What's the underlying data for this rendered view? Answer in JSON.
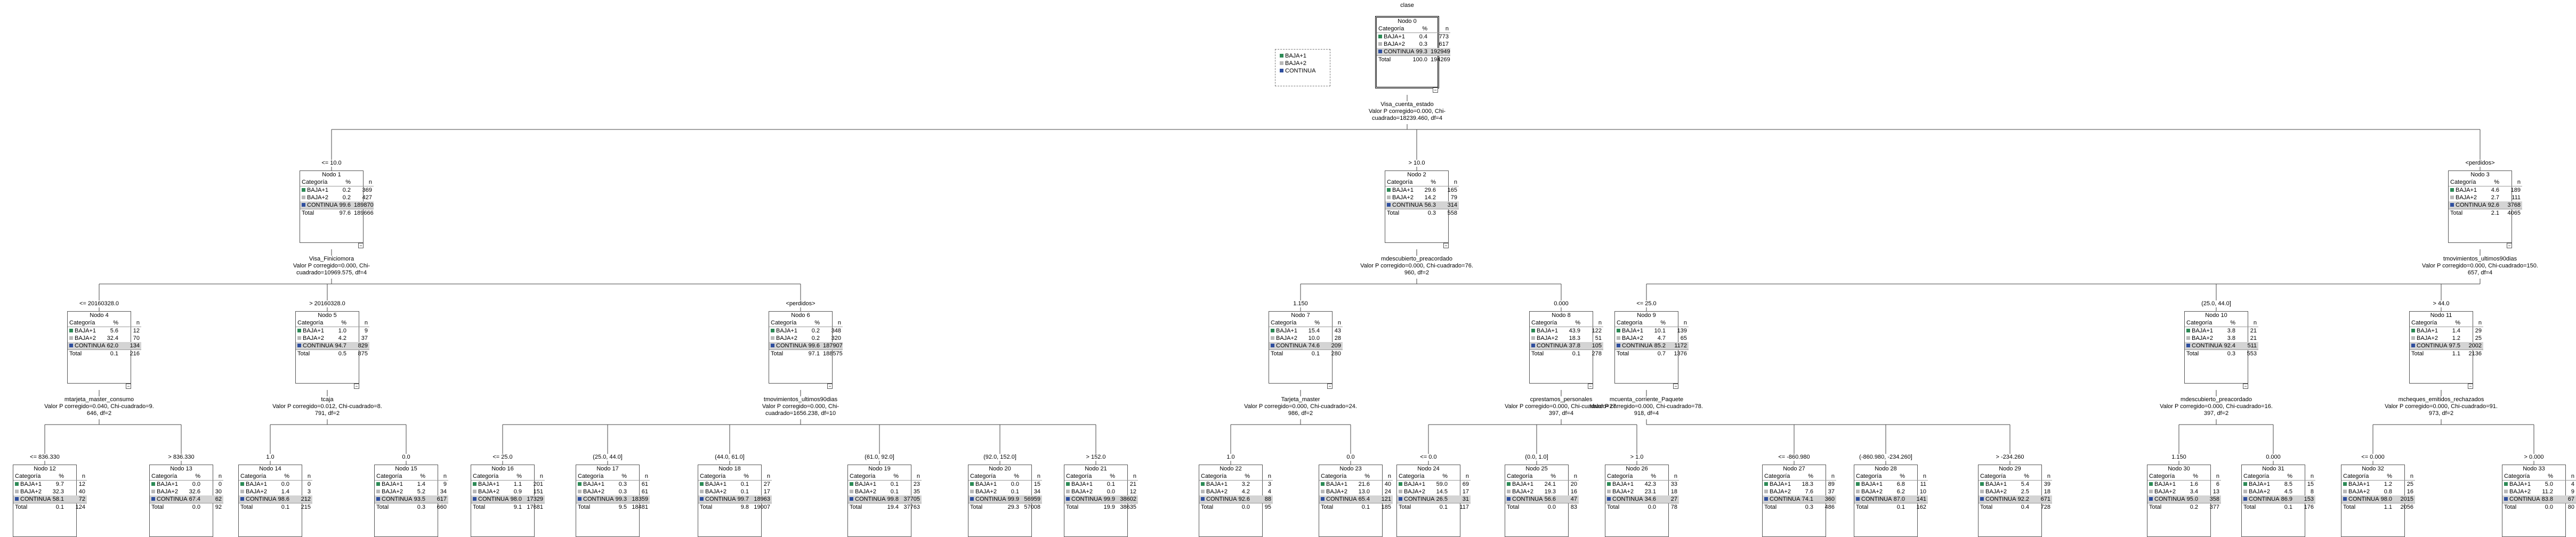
{
  "target": "clase",
  "legend": [
    {
      "label": "BAJA+1",
      "color": "#2e8b57"
    },
    {
      "label": "BAJA+2",
      "color": "#b8b8b8"
    },
    {
      "label": "CONTINUA",
      "color": "#2f4f9f"
    }
  ],
  "node_label_prefix": "Nodo",
  "table_header": {
    "cat": "Categoría",
    "pct": "%",
    "n": "n"
  },
  "total_label": "Total",
  "nodes": [
    {
      "id": "0",
      "rows": [
        [
          "0.4",
          "773"
        ],
        [
          "0.3",
          "617"
        ],
        [
          "99.3",
          "192949"
        ]
      ],
      "total": [
        "100.0",
        "194269"
      ]
    },
    {
      "id": "1",
      "rows": [
        [
          "0.2",
          "369"
        ],
        [
          "0.2",
          "427"
        ],
        [
          "99.6",
          "189870"
        ]
      ],
      "total": [
        "97.6",
        "189666"
      ]
    },
    {
      "id": "2",
      "rows": [
        [
          "29.6",
          "165"
        ],
        [
          "14.2",
          "79"
        ],
        [
          "56.3",
          "314"
        ]
      ],
      "total": [
        "0.3",
        "558"
      ]
    },
    {
      "id": "3",
      "rows": [
        [
          "4.6",
          "189"
        ],
        [
          "2.7",
          "111"
        ],
        [
          "92.6",
          "3768"
        ]
      ],
      "total": [
        "2.1",
        "4065"
      ]
    },
    {
      "id": "4",
      "rows": [
        [
          "5.6",
          "12"
        ],
        [
          "32.4",
          "70"
        ],
        [
          "62.0",
          "134"
        ]
      ],
      "total": [
        "0.1",
        "216"
      ]
    },
    {
      "id": "5",
      "rows": [
        [
          "1.0",
          "9"
        ],
        [
          "4.2",
          "37"
        ],
        [
          "94.7",
          "829"
        ]
      ],
      "total": [
        "0.5",
        "875"
      ]
    },
    {
      "id": "6",
      "rows": [
        [
          "0.2",
          "348"
        ],
        [
          "0.2",
          "320"
        ],
        [
          "99.6",
          "187907"
        ]
      ],
      "total": [
        "97.1",
        "188575"
      ]
    },
    {
      "id": "7",
      "rows": [
        [
          "15.4",
          "43"
        ],
        [
          "10.0",
          "28"
        ],
        [
          "74.6",
          "209"
        ]
      ],
      "total": [
        "0.1",
        "280"
      ]
    },
    {
      "id": "8",
      "rows": [
        [
          "43.9",
          "122"
        ],
        [
          "18.3",
          "51"
        ],
        [
          "37.8",
          "105"
        ]
      ],
      "total": [
        "0.1",
        "278"
      ]
    },
    {
      "id": "9",
      "rows": [
        [
          "10.1",
          "139"
        ],
        [
          "4.7",
          "65"
        ],
        [
          "85.2",
          "1172"
        ]
      ],
      "total": [
        "0.7",
        "1376"
      ]
    },
    {
      "id": "10",
      "rows": [
        [
          "3.8",
          "21"
        ],
        [
          "3.8",
          "21"
        ],
        [
          "92.4",
          "511"
        ]
      ],
      "total": [
        "0.3",
        "553"
      ]
    },
    {
      "id": "11",
      "rows": [
        [
          "1.4",
          "29"
        ],
        [
          "1.2",
          "25"
        ],
        [
          "97.5",
          "2002"
        ]
      ],
      "total": [
        "1.1",
        "2136"
      ]
    },
    {
      "id": "12",
      "rows": [
        [
          "9.7",
          "12"
        ],
        [
          "32.3",
          "40"
        ],
        [
          "58.1",
          "72"
        ]
      ],
      "total": [
        "0.1",
        "124"
      ]
    },
    {
      "id": "13",
      "rows": [
        [
          "0.0",
          "0"
        ],
        [
          "32.6",
          "30"
        ],
        [
          "67.4",
          "62"
        ]
      ],
      "total": [
        "0.0",
        "92"
      ]
    },
    {
      "id": "14",
      "rows": [
        [
          "0.0",
          "0"
        ],
        [
          "1.4",
          "3"
        ],
        [
          "98.6",
          "212"
        ]
      ],
      "total": [
        "0.1",
        "215"
      ]
    },
    {
      "id": "15",
      "rows": [
        [
          "1.4",
          "9"
        ],
        [
          "5.2",
          "34"
        ],
        [
          "93.5",
          "617"
        ]
      ],
      "total": [
        "0.3",
        "660"
      ]
    },
    {
      "id": "16",
      "rows": [
        [
          "1.1",
          "201"
        ],
        [
          "0.9",
          "151"
        ],
        [
          "98.0",
          "17329"
        ]
      ],
      "total": [
        "9.1",
        "17681"
      ]
    },
    {
      "id": "17",
      "rows": [
        [
          "0.3",
          "61"
        ],
        [
          "0.3",
          "61"
        ],
        [
          "99.3",
          "18359"
        ]
      ],
      "total": [
        "9.5",
        "18481"
      ]
    },
    {
      "id": "18",
      "rows": [
        [
          "0.1",
          "27"
        ],
        [
          "0.1",
          "17"
        ],
        [
          "99.7",
          "18963"
        ]
      ],
      "total": [
        "9.8",
        "19007"
      ]
    },
    {
      "id": "19",
      "rows": [
        [
          "0.1",
          "23"
        ],
        [
          "0.1",
          "35"
        ],
        [
          "99.8",
          "37705"
        ]
      ],
      "total": [
        "19.4",
        "37763"
      ]
    },
    {
      "id": "20",
      "rows": [
        [
          "0.0",
          "15"
        ],
        [
          "0.1",
          "34"
        ],
        [
          "99.9",
          "56959"
        ]
      ],
      "total": [
        "29.3",
        "57008"
      ]
    },
    {
      "id": "21",
      "rows": [
        [
          "0.1",
          "21"
        ],
        [
          "0.0",
          "12"
        ],
        [
          "99.9",
          "38602"
        ]
      ],
      "total": [
        "19.9",
        "38635"
      ]
    },
    {
      "id": "22",
      "rows": [
        [
          "3.2",
          "3"
        ],
        [
          "4.2",
          "4"
        ],
        [
          "92.6",
          "88"
        ]
      ],
      "total": [
        "0.0",
        "95"
      ]
    },
    {
      "id": "23",
      "rows": [
        [
          "21.6",
          "40"
        ],
        [
          "13.0",
          "24"
        ],
        [
          "65.4",
          "121"
        ]
      ],
      "total": [
        "0.1",
        "185"
      ]
    },
    {
      "id": "24",
      "rows": [
        [
          "59.0",
          "69"
        ],
        [
          "14.5",
          "17"
        ],
        [
          "26.5",
          "31"
        ]
      ],
      "total": [
        "0.1",
        "117"
      ]
    },
    {
      "id": "25",
      "rows": [
        [
          "24.1",
          "20"
        ],
        [
          "19.3",
          "16"
        ],
        [
          "56.6",
          "47"
        ]
      ],
      "total": [
        "0.0",
        "83"
      ]
    },
    {
      "id": "26",
      "rows": [
        [
          "42.3",
          "33"
        ],
        [
          "23.1",
          "18"
        ],
        [
          "34.6",
          "27"
        ]
      ],
      "total": [
        "0.0",
        "78"
      ]
    },
    {
      "id": "27",
      "rows": [
        [
          "18.3",
          "89"
        ],
        [
          "7.6",
          "37"
        ],
        [
          "74.1",
          "360"
        ]
      ],
      "total": [
        "0.3",
        "486"
      ]
    },
    {
      "id": "28",
      "rows": [
        [
          "6.8",
          "11"
        ],
        [
          "6.2",
          "10"
        ],
        [
          "87.0",
          "141"
        ]
      ],
      "total": [
        "0.1",
        "162"
      ]
    },
    {
      "id": "29",
      "rows": [
        [
          "5.4",
          "39"
        ],
        [
          "2.5",
          "18"
        ],
        [
          "92.2",
          "671"
        ]
      ],
      "total": [
        "0.4",
        "728"
      ]
    },
    {
      "id": "30",
      "rows": [
        [
          "1.6",
          "6"
        ],
        [
          "3.4",
          "13"
        ],
        [
          "95.0",
          "358"
        ]
      ],
      "total": [
        "0.2",
        "377"
      ]
    },
    {
      "id": "31",
      "rows": [
        [
          "8.5",
          "15"
        ],
        [
          "4.5",
          "8"
        ],
        [
          "86.9",
          "153"
        ]
      ],
      "total": [
        "0.1",
        "176"
      ]
    },
    {
      "id": "32",
      "rows": [
        [
          "1.2",
          "25"
        ],
        [
          "0.8",
          "16"
        ],
        [
          "98.0",
          "2015"
        ]
      ],
      "total": [
        "1.1",
        "2056"
      ]
    },
    {
      "id": "33",
      "rows": [
        [
          "5.0",
          "4"
        ],
        [
          "11.2",
          "9"
        ],
        [
          "83.8",
          "67"
        ]
      ],
      "total": [
        "0.0",
        "80"
      ]
    }
  ],
  "splits": [
    {
      "node": "0",
      "text": "Visa_cuenta_estado\nValor P corregido=0.000, Chi-\ncuadrado=18239.460, df=4"
    },
    {
      "node": "1",
      "text": "Visa_Finiciomora\nValor P corregido=0.000, Chi-\ncuadrado=10969.575, df=4"
    },
    {
      "node": "2",
      "text": "mdescubierto_preacordado\nValor P corregido=0.000, Chi-cuadrado=76.\n960, df=2"
    },
    {
      "node": "3",
      "text": "tmovimientos_ultimos90dias\nValor P corregido=0.000, Chi-cuadrado=150.\n657, df=4"
    },
    {
      "node": "4",
      "text": "mtarjeta_master_consumo\nValor P corregido=0.040, Chi-cuadrado=9.\n646, df=2"
    },
    {
      "node": "5",
      "text": "tcaja\nValor P corregido=0.012, Chi-cuadrado=8.\n791, df=2"
    },
    {
      "node": "6",
      "text": "tmovimientos_ultimos90dias\nValor P corregido=0.000, Chi-\ncuadrado=1656.238, df=10"
    },
    {
      "node": "7",
      "text": "Tarjeta_master\nValor P corregido=0.000, Chi-cuadrado=24.\n986, df=2"
    },
    {
      "node": "8",
      "text": "cprestamos_personales\nValor P corregido=0.000, Chi-cuadrado=27.\n397, df=4"
    },
    {
      "node": "9",
      "text": "mcuenta_corriente_Paquete\nValor P corregido=0.000, Chi-cuadrado=78.\n918, df=4"
    },
    {
      "node": "10",
      "text": "mdescubierto_preacordado\nValor P corregido=0.000, Chi-cuadrado=16.\n397, df=2"
    },
    {
      "node": "11",
      "text": "mcheques_emitidos_rechazados\nValor P corregido=0.000, Chi-cuadrado=91.\n973, df=2"
    }
  ],
  "edges": [
    {
      "from": "0",
      "to": "1",
      "label": "<= 10.0"
    },
    {
      "from": "0",
      "to": "2",
      "label": "> 10.0"
    },
    {
      "from": "0",
      "to": "3",
      "label": "<perdidos>"
    },
    {
      "from": "1",
      "to": "4",
      "label": "<= 20160328.0"
    },
    {
      "from": "1",
      "to": "5",
      "label": "> 20160328.0"
    },
    {
      "from": "1",
      "to": "6",
      "label": "<perdidos>"
    },
    {
      "from": "2",
      "to": "7",
      "label": "1.150"
    },
    {
      "from": "2",
      "to": "8",
      "label": "0.000"
    },
    {
      "from": "3",
      "to": "9",
      "label": "<= 25.0"
    },
    {
      "from": "3",
      "to": "10",
      "label": "(25.0, 44.0]"
    },
    {
      "from": "3",
      "to": "11",
      "label": "> 44.0"
    },
    {
      "from": "4",
      "to": "12",
      "label": "<= 836.330"
    },
    {
      "from": "4",
      "to": "13",
      "label": "> 836.330"
    },
    {
      "from": "5",
      "to": "14",
      "label": "1.0"
    },
    {
      "from": "5",
      "to": "15",
      "label": "0.0"
    },
    {
      "from": "6",
      "to": "16",
      "label": "<= 25.0"
    },
    {
      "from": "6",
      "to": "17",
      "label": "(25.0, 44.0]"
    },
    {
      "from": "6",
      "to": "18",
      "label": "(44.0, 61.0]"
    },
    {
      "from": "6",
      "to": "19",
      "label": "(61.0, 92.0]"
    },
    {
      "from": "6",
      "to": "20",
      "label": "(92.0, 152.0]"
    },
    {
      "from": "6",
      "to": "21",
      "label": "> 152.0"
    },
    {
      "from": "7",
      "to": "22",
      "label": "1.0"
    },
    {
      "from": "7",
      "to": "23",
      "label": "0.0"
    },
    {
      "from": "8",
      "to": "24",
      "label": "<= 0.0"
    },
    {
      "from": "8",
      "to": "25",
      "label": "(0.0, 1.0]"
    },
    {
      "from": "8",
      "to": "26",
      "label": "> 1.0"
    },
    {
      "from": "9",
      "to": "27",
      "label": "<= -860.980"
    },
    {
      "from": "9",
      "to": "28",
      "label": "(-860.980, -234.260]"
    },
    {
      "from": "9",
      "to": "29",
      "label": "> -234.260"
    },
    {
      "from": "10",
      "to": "30",
      "label": "1.150"
    },
    {
      "from": "10",
      "to": "31",
      "label": "0.000"
    },
    {
      "from": "11",
      "to": "32",
      "label": "<= 0.000"
    },
    {
      "from": "11",
      "to": "33",
      "label": "> 0.000"
    }
  ]
}
